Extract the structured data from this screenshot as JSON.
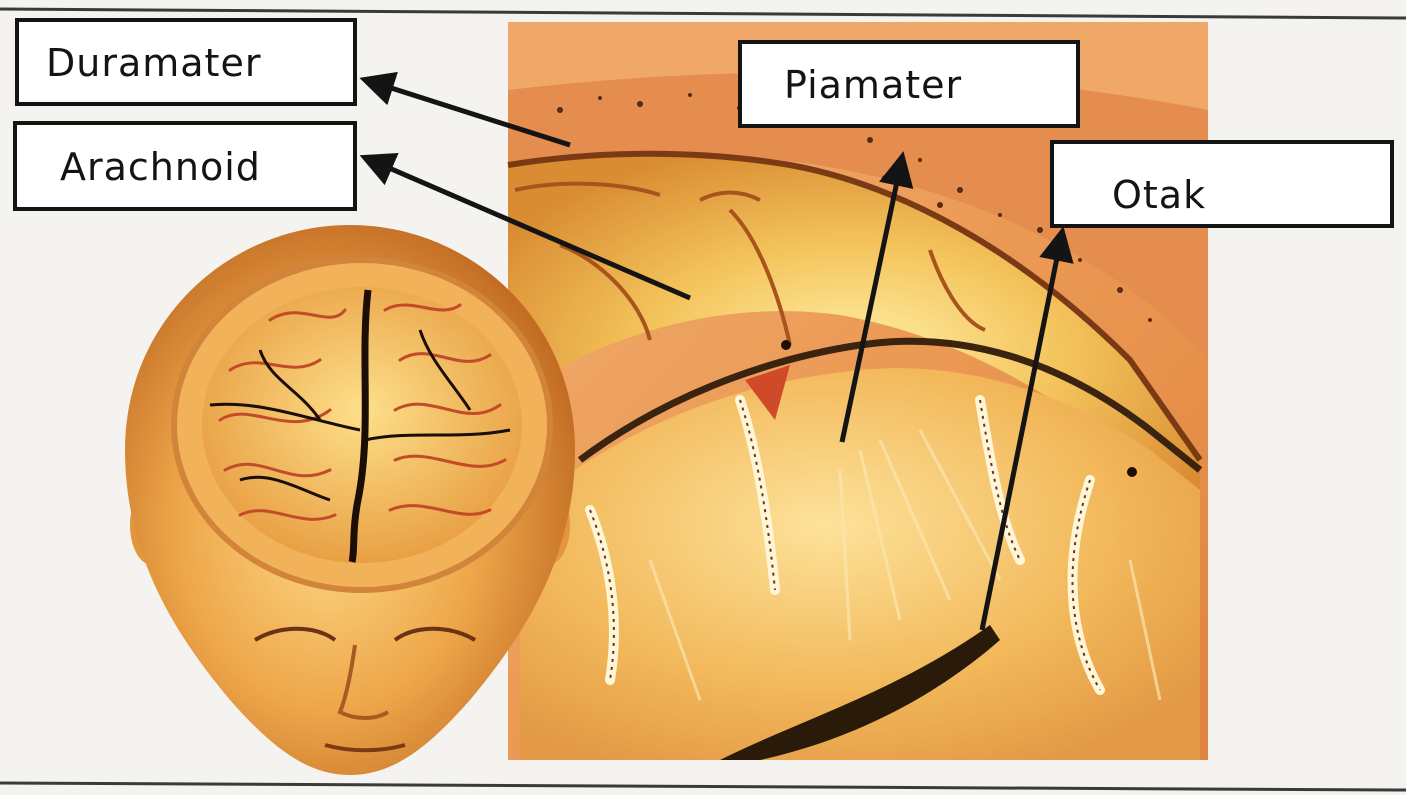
{
  "labels": {
    "duramater": "Duramater",
    "arachnoid": "Arachnoid",
    "piamater": "Piamater",
    "otak": "Otak"
  },
  "colors": {
    "paper": "#f4f3ef",
    "skin_light": "#f7c56a",
    "skin_mid": "#e69a3c",
    "skin_dark": "#b8621e",
    "bone": "#e8945a",
    "brain_light": "#f9d26e",
    "ink": "#141414"
  }
}
